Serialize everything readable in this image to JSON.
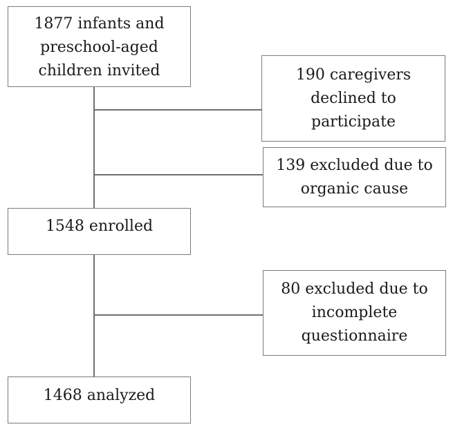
{
  "flowchart": {
    "invited": {
      "lines": [
        "1877 infants and",
        "preschool-aged",
        "children invited"
      ]
    },
    "declined": {
      "lines": [
        "190 caregivers",
        "declined to",
        "participate"
      ]
    },
    "excluded_organic": {
      "lines": [
        "139 excluded due to",
        "organic cause"
      ]
    },
    "enrolled": {
      "lines": [
        "1548 enrolled"
      ]
    },
    "excluded_incomplete": {
      "lines": [
        "80 excluded due to",
        "incomplete",
        "questionnaire"
      ]
    },
    "analyzed": {
      "lines": [
        "1468 analyzed"
      ]
    }
  }
}
